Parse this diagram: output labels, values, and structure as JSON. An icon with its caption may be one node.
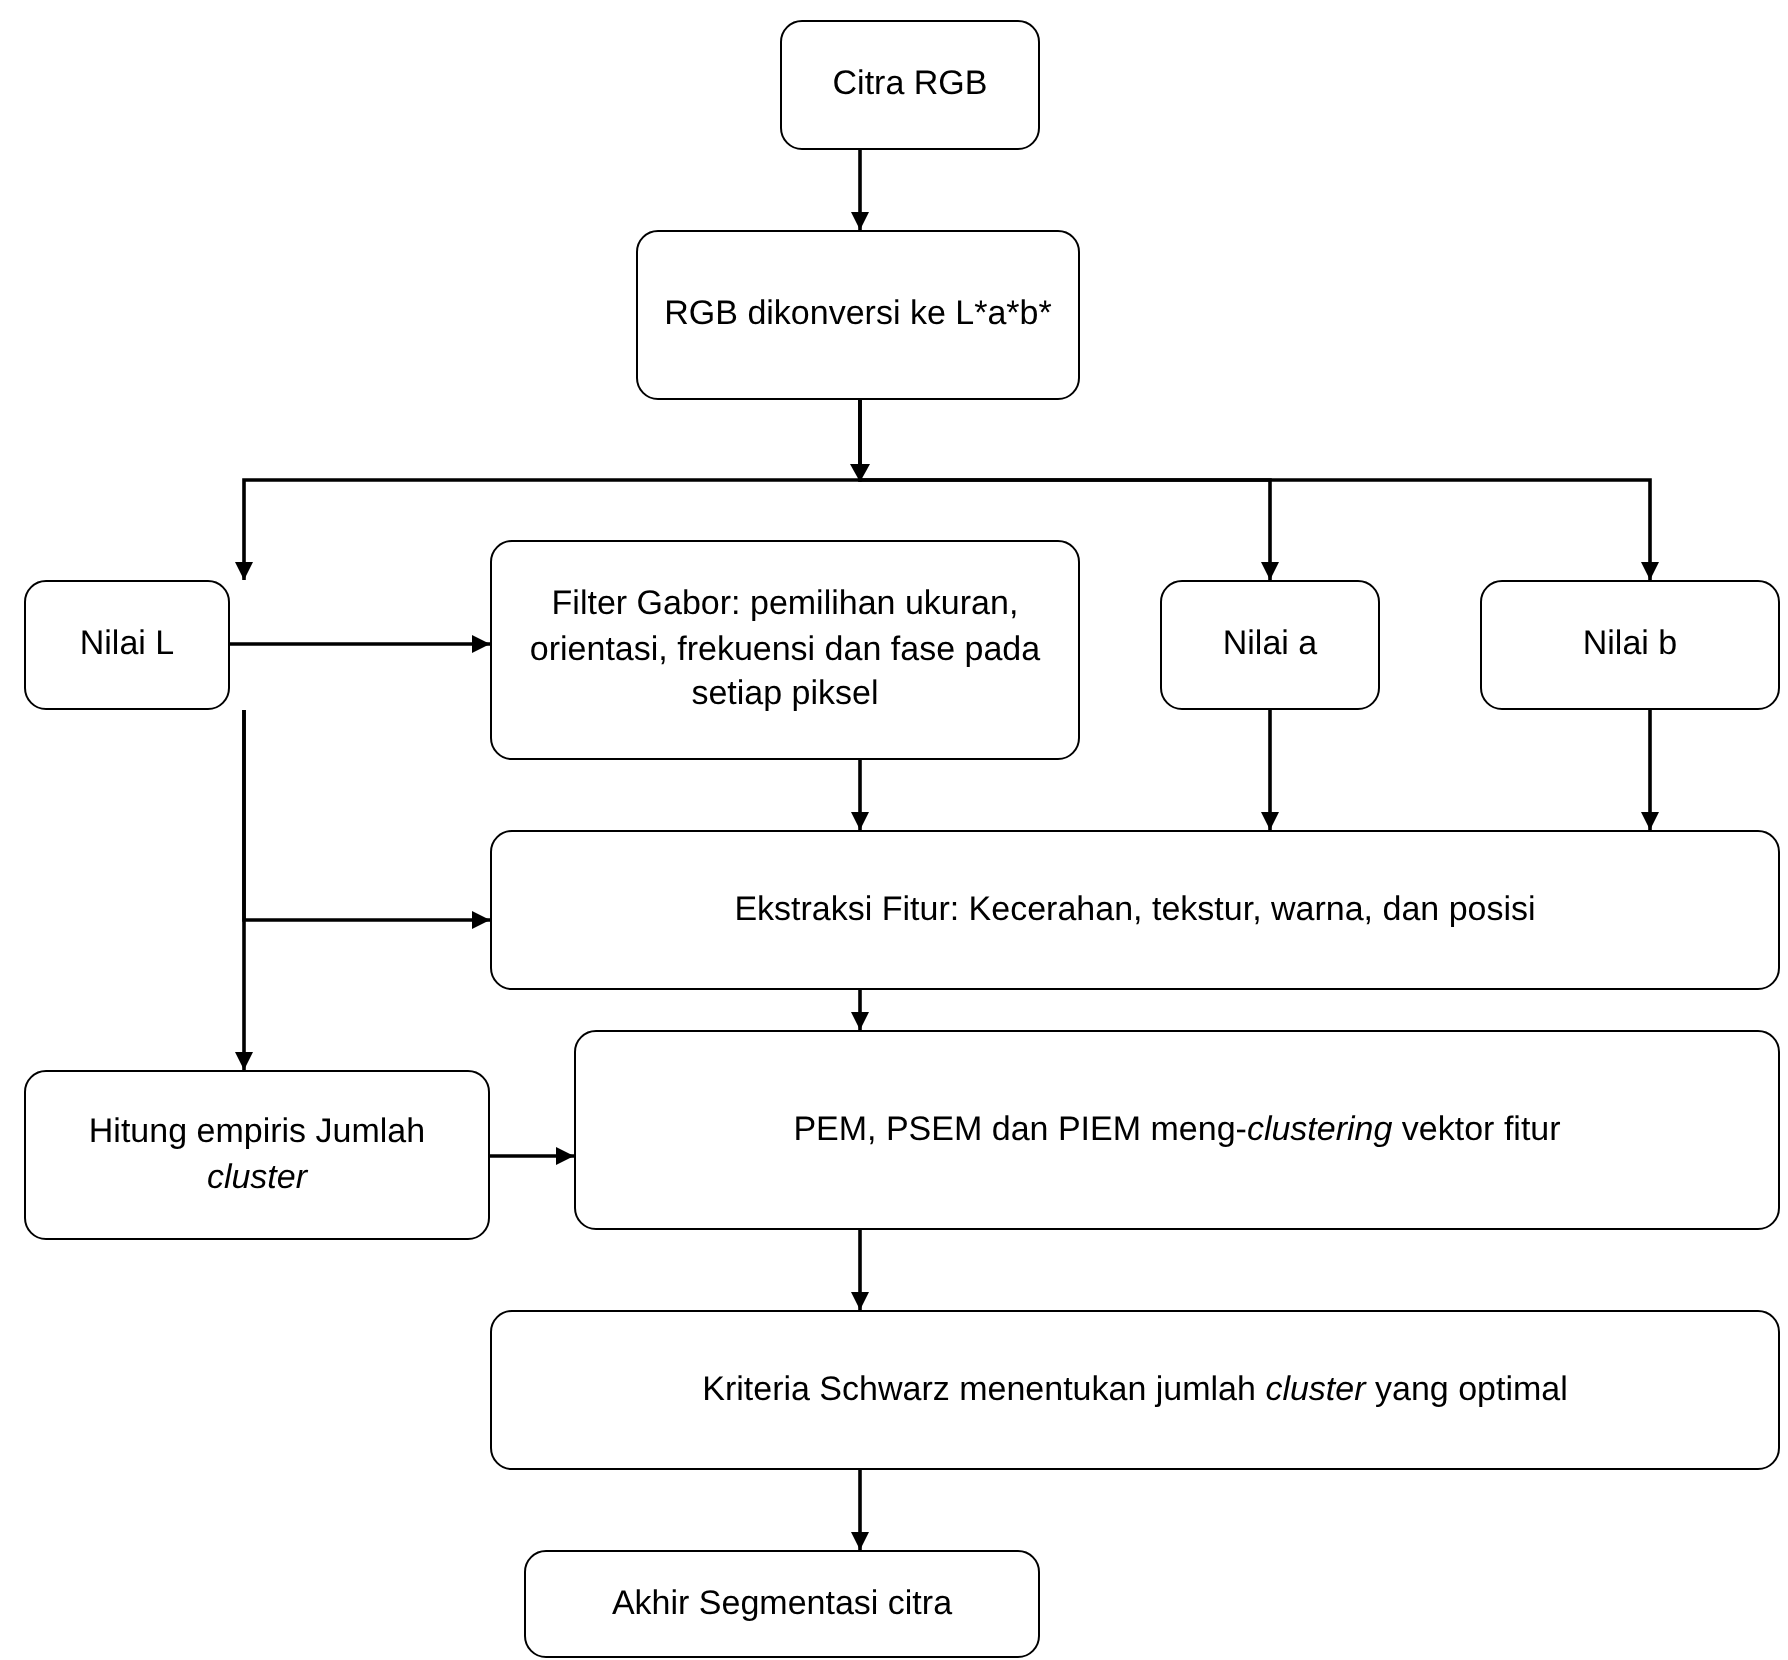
{
  "diagram": {
    "nodes": [
      {
        "text": [
          "Citra RGB"
        ]
      },
      {
        "text": [
          "RGB dikonversi ke L*a*b*"
        ]
      },
      {
        "text": [
          "Nilai L"
        ]
      },
      {
        "text": [
          "Filter Gabor: pemilihan ukuran, orientasi, frekuensi dan fase pada setiap piksel"
        ]
      },
      {
        "text": [
          "Nilai a"
        ]
      },
      {
        "text": [
          "Nilai b"
        ]
      },
      {
        "text": [
          "Ekstraksi Fitur: Kecerahan, tekstur, warna, dan posisi"
        ]
      },
      {
        "text": [
          "Hitung empiris Jumlah *cluster*"
        ]
      },
      {
        "text": [
          "PEM, PSEM dan PIEM meng-*clustering* vektor fitur"
        ]
      },
      {
        "text": [
          "Kriteria Schwarz menentukan jumlah *cluster* yang optimal"
        ]
      },
      {
        "text": [
          "Akhir Segmentasi citra"
        ]
      }
    ],
    "edges": [
      {
        "from": 0,
        "to": 1,
        "arrow": "to"
      },
      {
        "from": 1,
        "to": 2,
        "arrow": "to"
      },
      {
        "from": 1,
        "to": 4,
        "arrow": "to"
      },
      {
        "from": 1,
        "to": 5,
        "arrow": "to"
      },
      {
        "from": 2,
        "to": 3,
        "arrow": "to"
      },
      {
        "from": 3,
        "to": 6,
        "arrow": "to"
      },
      {
        "from": 4,
        "to": 6,
        "arrow": "to"
      },
      {
        "from": 5,
        "to": 6,
        "arrow": "to"
      },
      {
        "from": 2,
        "to": 6,
        "arrow": "to"
      },
      {
        "from": 2,
        "to": 7,
        "arrow": "to"
      },
      {
        "from": 6,
        "to": 8,
        "arrow": "to"
      },
      {
        "from": 7,
        "to": 8,
        "arrow": "to"
      },
      {
        "from": 8,
        "to": 9,
        "arrow": "to"
      },
      {
        "from": 9,
        "to": 10,
        "arrow": "to"
      }
    ]
  }
}
